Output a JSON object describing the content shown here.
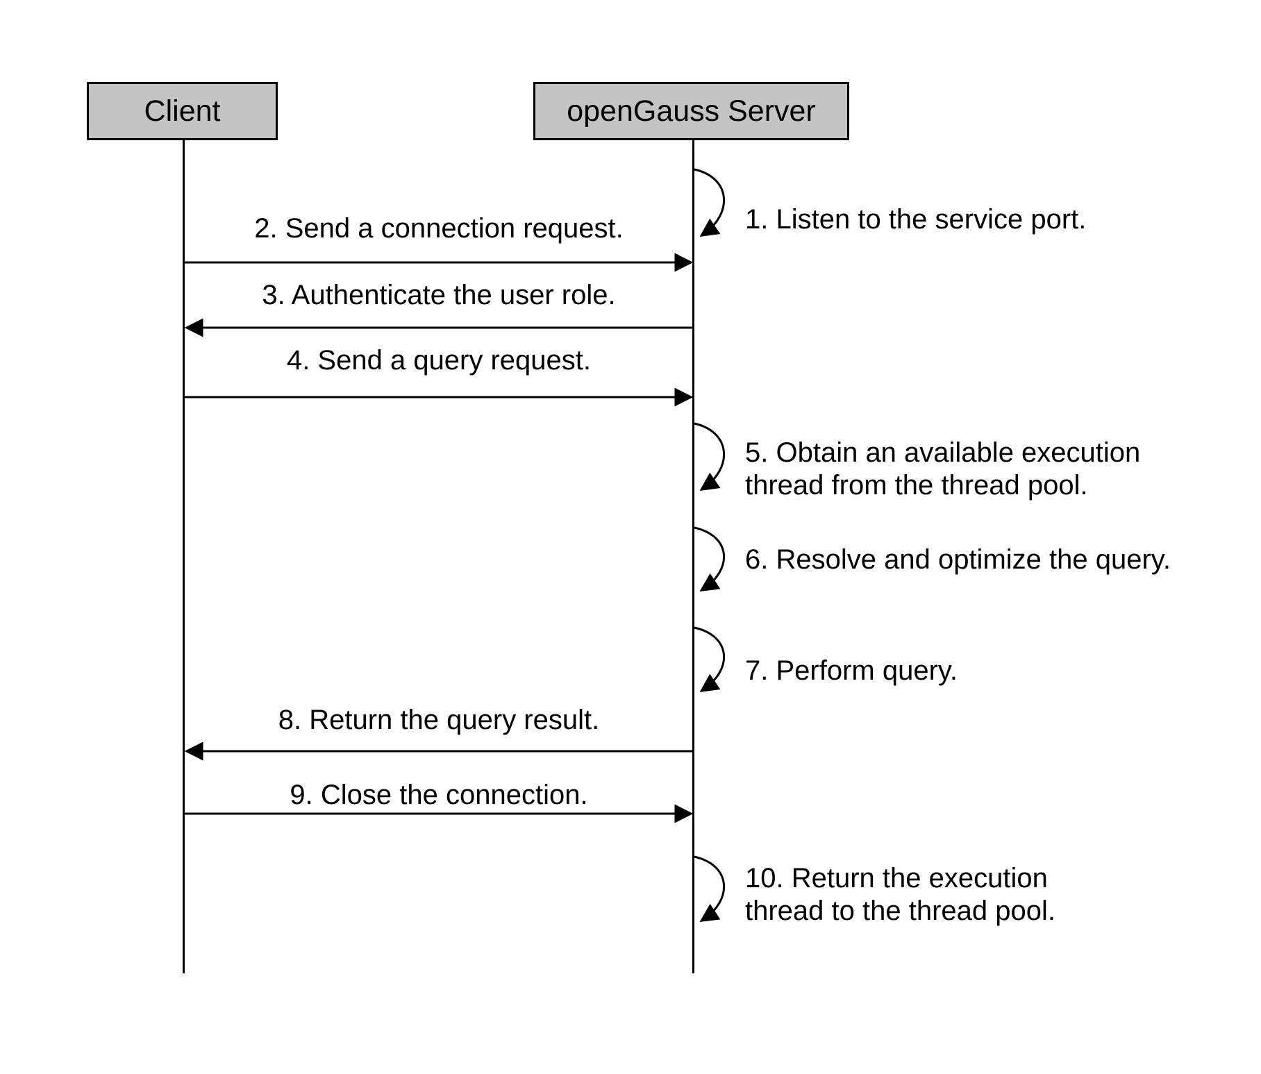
{
  "diagram": {
    "type": "sequence-diagram",
    "actors": [
      {
        "id": "client",
        "label": "Client"
      },
      {
        "id": "server",
        "label": "openGauss Server"
      }
    ],
    "messages": [
      {
        "num": "1",
        "from": "server",
        "to": "server",
        "kind": "self-call",
        "label": "1. Listen to the service port."
      },
      {
        "num": "2",
        "from": "client",
        "to": "server",
        "kind": "arrow-right",
        "label": "2. Send a connection request."
      },
      {
        "num": "3",
        "from": "server",
        "to": "client",
        "kind": "arrow-left",
        "label": "3. Authenticate the user role."
      },
      {
        "num": "4",
        "from": "client",
        "to": "server",
        "kind": "arrow-right",
        "label": "4. Send a query request."
      },
      {
        "num": "5",
        "from": "server",
        "to": "server",
        "kind": "self-call",
        "label": "5. Obtain an available execution\nthread from the thread pool."
      },
      {
        "num": "6",
        "from": "server",
        "to": "server",
        "kind": "self-call",
        "label": "6. Resolve and optimize the query."
      },
      {
        "num": "7",
        "from": "server",
        "to": "server",
        "kind": "self-call",
        "label": "7. Perform query."
      },
      {
        "num": "8",
        "from": "server",
        "to": "client",
        "kind": "arrow-left",
        "label": "8. Return the query result."
      },
      {
        "num": "9",
        "from": "client",
        "to": "server",
        "kind": "arrow-right",
        "label": "9. Close the connection."
      },
      {
        "num": "10",
        "from": "server",
        "to": "server",
        "kind": "self-call",
        "label": "10. Return the execution\nthread to the thread pool."
      }
    ],
    "colors": {
      "background": "#ffffff",
      "actor_fill": "#c4c4c4",
      "actor_border": "#000000",
      "line": "#000000",
      "text": "#000000"
    }
  }
}
